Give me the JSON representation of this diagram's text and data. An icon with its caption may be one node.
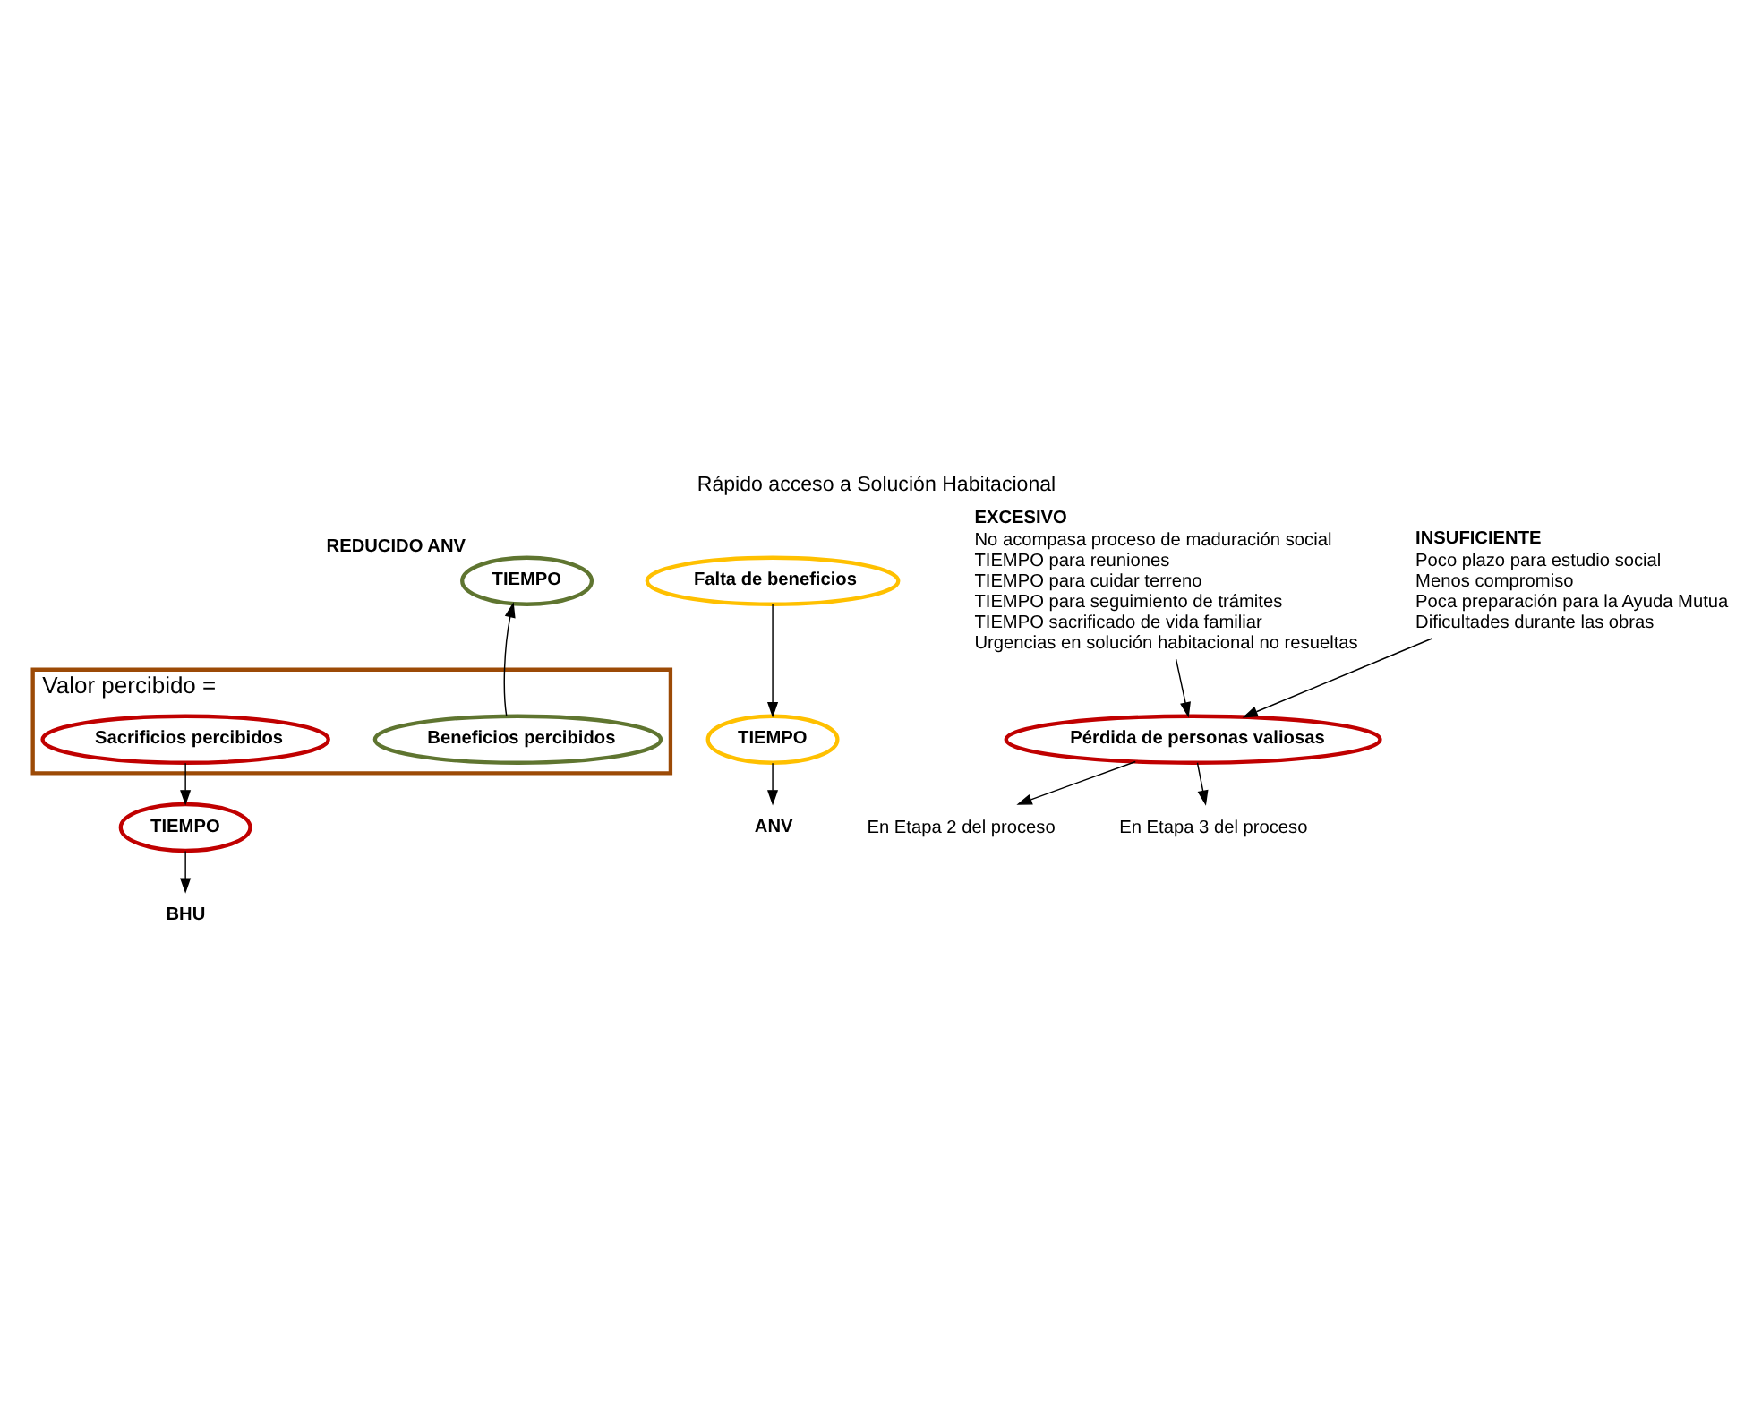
{
  "diagram": {
    "title": "Rápido acceso a Solución Habitacional",
    "nodes": [
      {
        "text": [
          "Valor percibido ="
        ]
      },
      {
        "text": [
          "Beneficios percibidos"
        ],
        "in": 0
      },
      {
        "text": [
          "Sacrificios percibidos"
        ],
        "in": 0
      },
      {
        "text": [
          "TIEMPO"
        ],
        "beside": [
          "REDUCIDO ANV"
        ]
      },
      {
        "text": [
          "TIEMPO"
        ]
      },
      {
        "text": [
          "BHU"
        ]
      },
      {
        "text": [
          "Falta de beneficios"
        ]
      },
      {
        "text": [
          "TIEMPO"
        ]
      },
      {
        "text": [
          "ANV"
        ]
      },
      {
        "text": [
          "EXCESIVO",
          "No acompasa proceso de maduración social",
          "TIEMPO para reuniones",
          "TIEMPO para cuidar terreno",
          "TIEMPO para seguimiento de trámites",
          "TIEMPO sacrificado de vida familiar",
          "Urgencias en solución habitacional no resueltas"
        ]
      },
      {
        "text": [
          "INSUFICIENTE",
          "Poco plazo para estudio social",
          "Menos compromiso",
          "Poca preparación para la Ayuda Mutua",
          "Dificultades durante las obras"
        ]
      },
      {
        "text": [
          "Pérdida de personas valiosas"
        ]
      },
      {
        "text": [
          "En Etapa 2 del proceso"
        ]
      },
      {
        "text": [
          "En Etapa 3 del proceso"
        ]
      }
    ],
    "edges": [
      {
        "from": 1,
        "to": 3,
        "arrow": "to"
      },
      {
        "from": 2,
        "to": 4,
        "arrow": "to"
      },
      {
        "from": 4,
        "to": 5,
        "arrow": "to"
      },
      {
        "from": 6,
        "to": 7,
        "arrow": "to"
      },
      {
        "from": 7,
        "to": 8,
        "arrow": "to"
      },
      {
        "from": 9,
        "to": 11,
        "arrow": "to"
      },
      {
        "from": 10,
        "to": 11,
        "arrow": "to"
      },
      {
        "from": 11,
        "to": 12,
        "arrow": "to"
      },
      {
        "from": 11,
        "to": 13,
        "arrow": "to"
      }
    ]
  }
}
